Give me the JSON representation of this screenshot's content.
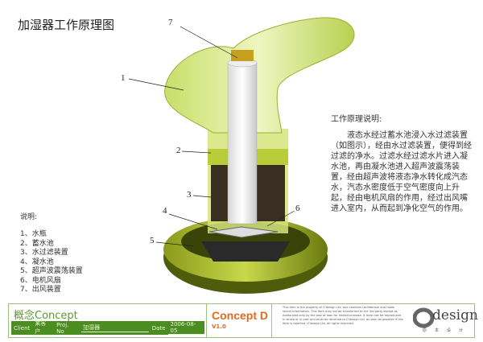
{
  "title": "加湿器工作原理图",
  "callouts": [
    "1",
    "2",
    "3",
    "4",
    "5",
    "6",
    "7"
  ],
  "description": {
    "title": "工作原理说明:",
    "body": "液态水经过蓄水池浸入水过滤装置（如图示），经由水过滤装置，便得到经过滤的净水。过滤水经过滤水片进入凝水池，再由凝水池进入超声波震荡装置，经由超声波将液态净水转化成汽态水，汽态水密度低于空气密度向上升起，经由电机风扇的作用，经过出风嘴进入室内，从而起到净化空气的作用。"
  },
  "legend": {
    "title": "说明:",
    "items": [
      "1、水瓶",
      "2、蓄水池",
      "3、水过滤装置",
      "4、凝水池",
      "5、超声波震荡装置",
      "6、电机风扇",
      "7、出风装置"
    ]
  },
  "title_block": {
    "concept": "概念Concept",
    "client_label": "Client",
    "client": "某客户",
    "proj_label": "Proj. No",
    "proj": "加湿器",
    "date_label": "Date",
    "date": "2006-08-05",
    "name": "Concept D",
    "version": "V1.0",
    "legal": "This item is the property of O'design Ltd. and contains confidential and trade secret information. This item may not be transferred to the 3rd party except as authorized only by the way of loan for limited purpose. It must not be reproduced in whole or in part and must be returned to O'design Ltd. as soon as possible if this item is rejected. O'design Ltd. all rights reserved.",
    "logo": "design",
    "logo_sub": "原本设计"
  },
  "colors": {
    "green_light": "#d8e89a",
    "green_dark": "#5a6a10",
    "accent": "#e06a1f",
    "bar": "#4c8d22"
  }
}
